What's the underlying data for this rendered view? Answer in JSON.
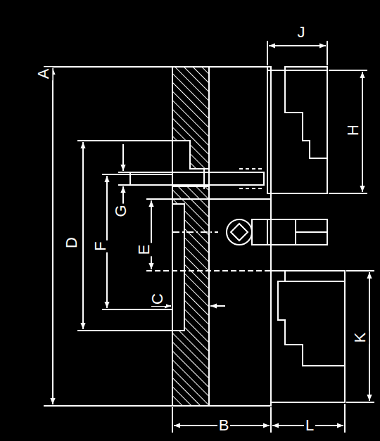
{
  "diagram": {
    "labels": [
      "A",
      "D",
      "F",
      "E",
      "G",
      "C",
      "B",
      "J",
      "H",
      "K",
      "L"
    ]
  }
}
